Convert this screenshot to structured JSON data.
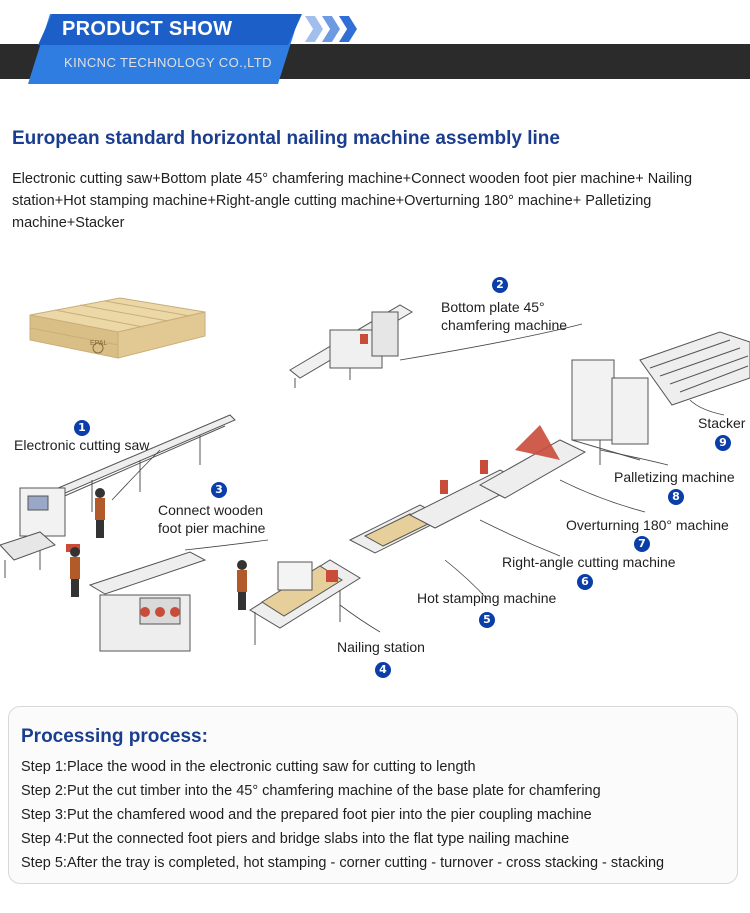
{
  "banner": {
    "title": "PRODUCT SHOW",
    "company": "KINCNC TECHNOLOGY CO.,LTD",
    "colors": {
      "blue": "#1d5fc8",
      "dark": "#2b2b2b"
    }
  },
  "heading": "European standard horizontal nailing machine assembly line",
  "intro": "Electronic cutting saw+Bottom plate 45° chamfering machine+Connect wooden foot pier machine+ Nailing station+Hot stamping machine+Right-angle cutting machine+Overturning 180° machine+ Palletizing machine+Stacker",
  "diagram": {
    "stations": [
      {
        "number": "1",
        "label": "Electronic cutting saw"
      },
      {
        "number": "2",
        "label_line1": "Bottom plate 45°",
        "label_line2": "chamfering machine"
      },
      {
        "number": "3",
        "label_line1": "Connect wooden",
        "label_line2": "foot pier machine"
      },
      {
        "number": "4",
        "label": "Nailing station"
      },
      {
        "number": "5",
        "label": "Hot stamping machine"
      },
      {
        "number": "6",
        "label": "Right-angle cutting machine"
      },
      {
        "number": "7",
        "label": "Overturning 180° machine"
      },
      {
        "number": "8",
        "label": "Palletizing machine"
      },
      {
        "number": "9",
        "label": "Stacker"
      }
    ],
    "pallet_stamp": "EPAL"
  },
  "process": {
    "title": "Processing process:",
    "steps": [
      "Step 1:Place the wood in the electronic cutting saw for cutting to length",
      "Step 2:Put the cut timber into the 45° chamfering machine of the base plate for chamfering",
      "Step 3:Put the chamfered wood and the prepared foot pier into the pier coupling machine",
      "Step 4:Put the connected foot piers and bridge slabs into the flat type nailing machine",
      "Step 5:After the tray is completed, hot stamping - corner cutting - turnover - cross stacking - stacking"
    ]
  }
}
